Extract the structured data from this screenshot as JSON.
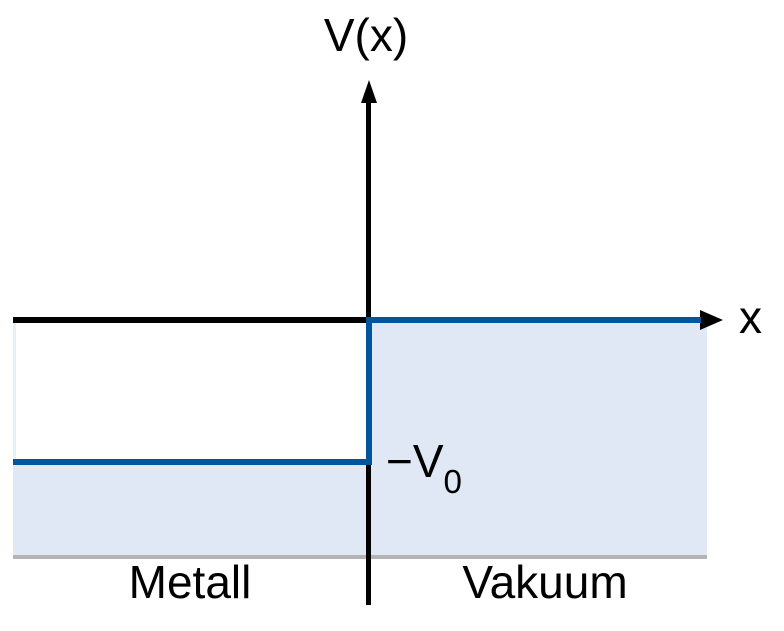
{
  "figure": {
    "y_axis_label": "V(x)",
    "x_axis_label": "x",
    "step_label": {
      "main": "−V",
      "sub": "0"
    },
    "region_labels": {
      "left": "Metall",
      "right": "Vakuum"
    },
    "colors": {
      "curve_blue": "#00569C",
      "shading_light_blue": "#DFE8F4",
      "baseline_gray": "#B3B3B3",
      "axis_black": "#000000",
      "background": "#FFFFFF"
    }
  },
  "chart_data": {
    "type": "line",
    "title": "",
    "xlabel": "x",
    "ylabel": "V(x)",
    "description": "Qualitative potential step at a metal-vacuum interface; area below the potential curve is shaded light blue",
    "series": [
      {
        "name": "V(x)",
        "piecewise": [
          {
            "region": "Metall (x < 0)",
            "value": "−V0"
          },
          {
            "region": "Vakuum (x > 0)",
            "value": "0"
          }
        ]
      }
    ],
    "annotations": [
      "−V0 marks the depth of the potential well at the step"
    ],
    "axis_ranges": "unlabeled qualitative sketch, no numeric ticks",
    "grid": false,
    "legend": false
  }
}
